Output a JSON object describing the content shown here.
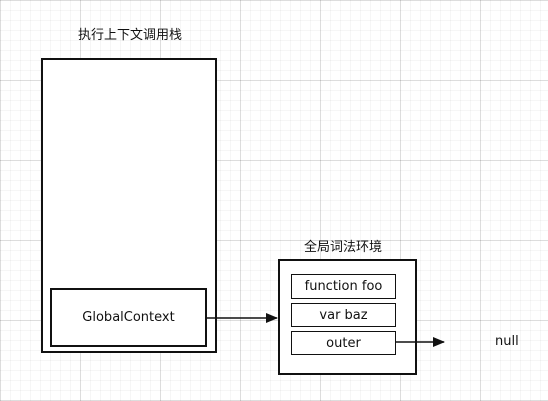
{
  "stack": {
    "title": "执行上下文调用栈",
    "items": [
      "GlobalContext"
    ]
  },
  "lexical_env": {
    "title": "全局词法环境",
    "items": [
      "function foo",
      "var baz",
      "outer"
    ]
  },
  "null_label": "null"
}
